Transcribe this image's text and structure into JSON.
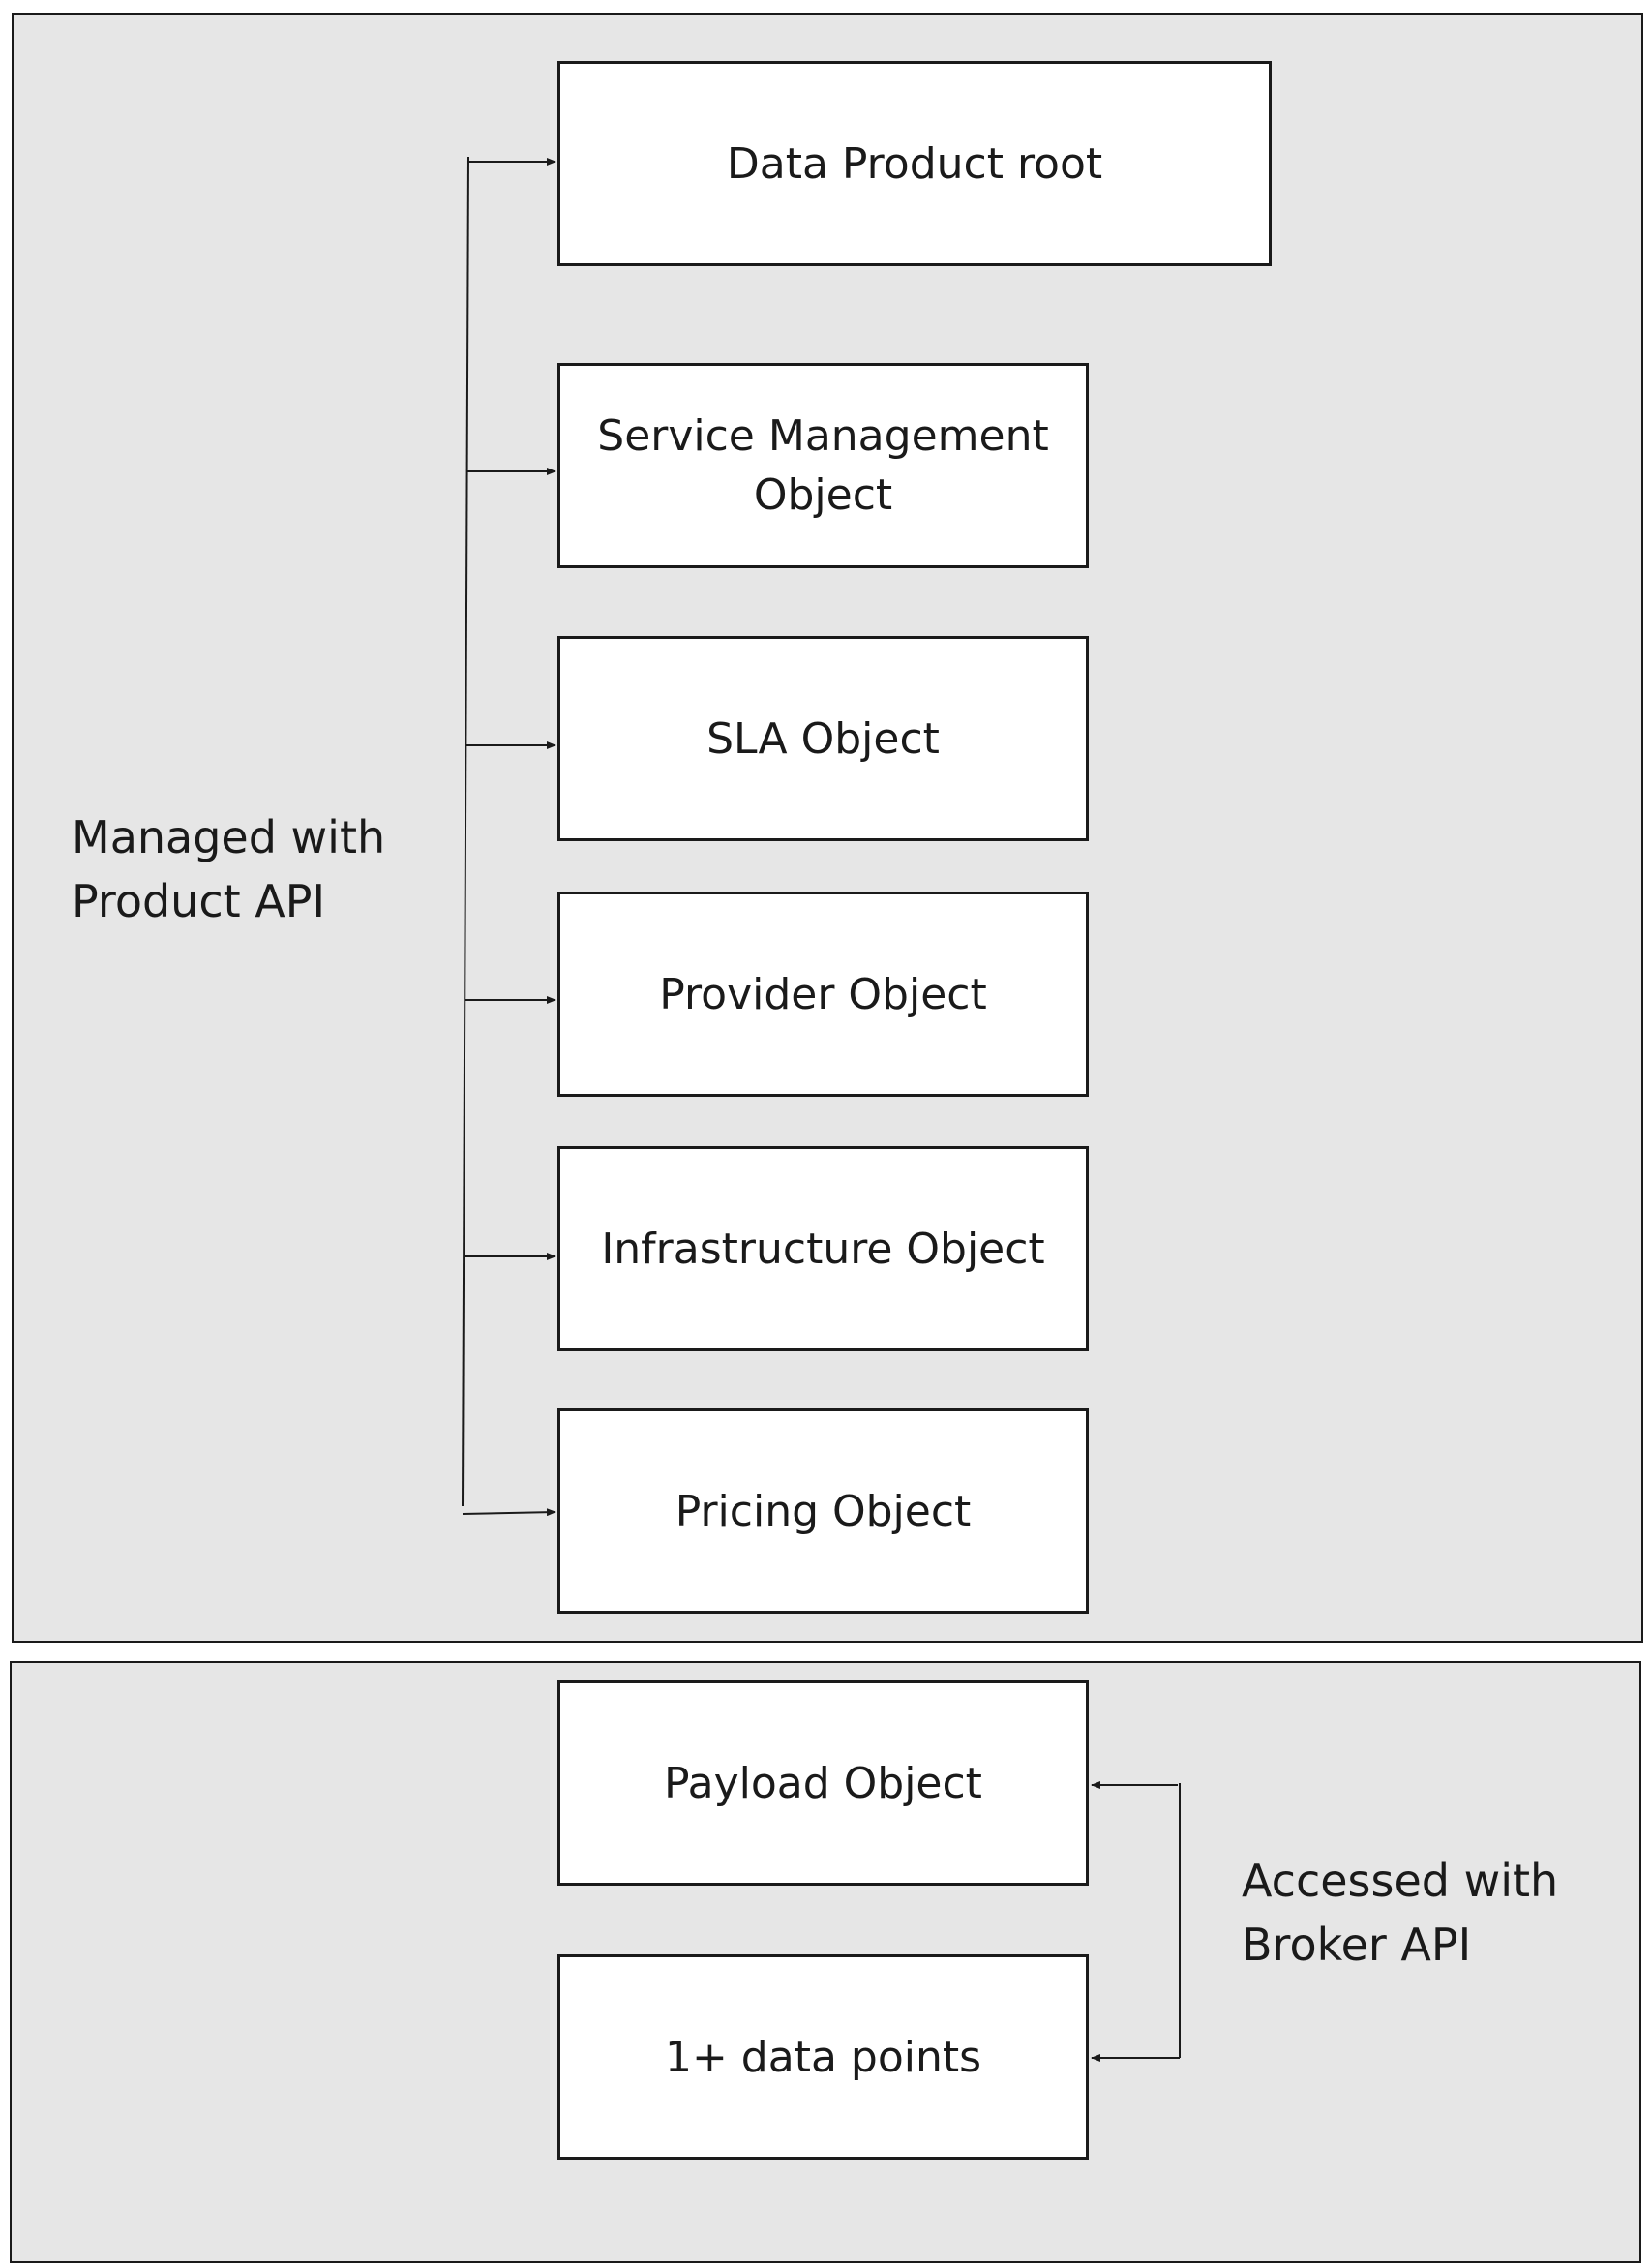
{
  "product_panel": {
    "label": "Managed with\nProduct API",
    "objects": [
      "Data Product root",
      "Service Management Object",
      "SLA Object",
      "Provider Object",
      "Infrastructure Object",
      "Pricing Object"
    ]
  },
  "broker_panel": {
    "label": "Accessed with\nBroker API",
    "objects": [
      "Payload Object",
      "1+ data points"
    ]
  },
  "colors": {
    "panel_background": "#e6e6e6",
    "box_background": "#ffffff",
    "stroke": "#1a1a1a"
  }
}
